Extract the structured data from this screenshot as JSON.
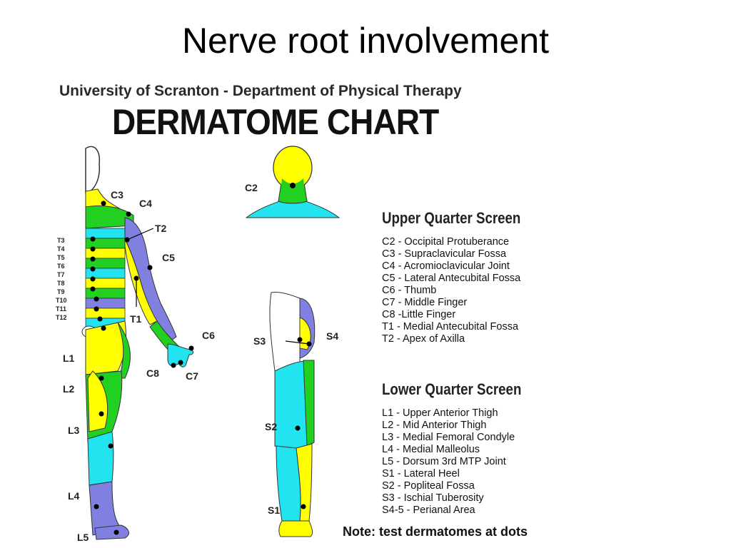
{
  "slide": {
    "title": "Nerve root involvement"
  },
  "chart": {
    "institution": "University of Scranton - Department of Physical Therapy",
    "heading": "DERMATOME CHART",
    "note": "Note: test dermatomes at dots"
  },
  "body_labels": {
    "c3": "C3",
    "c4": "C4",
    "t2": "T2",
    "c5": "C5",
    "t1": "T1",
    "c6": "C6",
    "c7": "C7",
    "c8": "C8",
    "l1": "L1",
    "l2": "L2",
    "l3": "L3",
    "l4": "L4",
    "l5": "L5",
    "thoracic": [
      "T3",
      "T4",
      "T5",
      "T6",
      "T7",
      "T8",
      "T9",
      "T10",
      "T11",
      "T12"
    ]
  },
  "head_labels": {
    "c2": "C2"
  },
  "leg_labels": {
    "s3": "S3",
    "s4": "S4",
    "s2": "S2",
    "s1": "S1"
  },
  "upper_screen": {
    "heading": "Upper Quarter Screen",
    "items": [
      "C2 - Occipital Protuberance",
      "C3 - Supraclavicular Fossa",
      "C4 - Acromioclavicular Joint",
      "C5 - Lateral Antecubital Fossa",
      "C6 - Thumb",
      "C7 - Middle Finger",
      "C8 -Little Finger",
      "T1 - Medial Antecubital Fossa",
      "T2 - Apex of Axilla"
    ]
  },
  "lower_screen": {
    "heading": "Lower Quarter Screen",
    "items": [
      "L1 - Upper Anterior Thigh",
      "L2 - Mid Anterior Thigh",
      "L3 - Medial Femoral Condyle",
      "L4 - Medial Malleolus",
      "L5 - Dorsum 3rd MTP Joint",
      "S1 - Lateral Heel",
      "S2 - Popliteal Fossa",
      "S3 - Ischial Tuberosity",
      "S4-5 - Perianal Area"
    ]
  },
  "colors": {
    "yellow": "#ffff00",
    "blue": "#8080e0",
    "green": "#22d022",
    "cyan": "#22e4f0"
  }
}
